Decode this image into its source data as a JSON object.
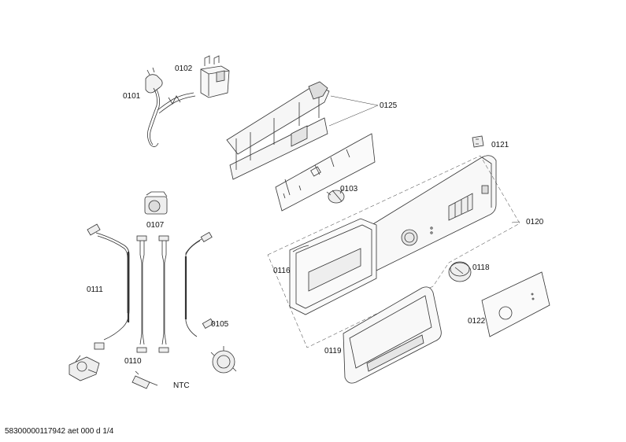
{
  "labels": {
    "p0101": "0101",
    "p0102": "0102",
    "p0125": "0125",
    "p0121": "0121",
    "p0103": "0103",
    "p0120": "0120",
    "p0107": "0107",
    "p0116": "0116",
    "p0118": "0118",
    "p0111": "0111",
    "p0105": "0105",
    "p0122": "0122",
    "p0110": "0110",
    "p0119": "0119",
    "ntc": "NTC"
  },
  "footer": "58300000117942 aet 000 d 1/4"
}
